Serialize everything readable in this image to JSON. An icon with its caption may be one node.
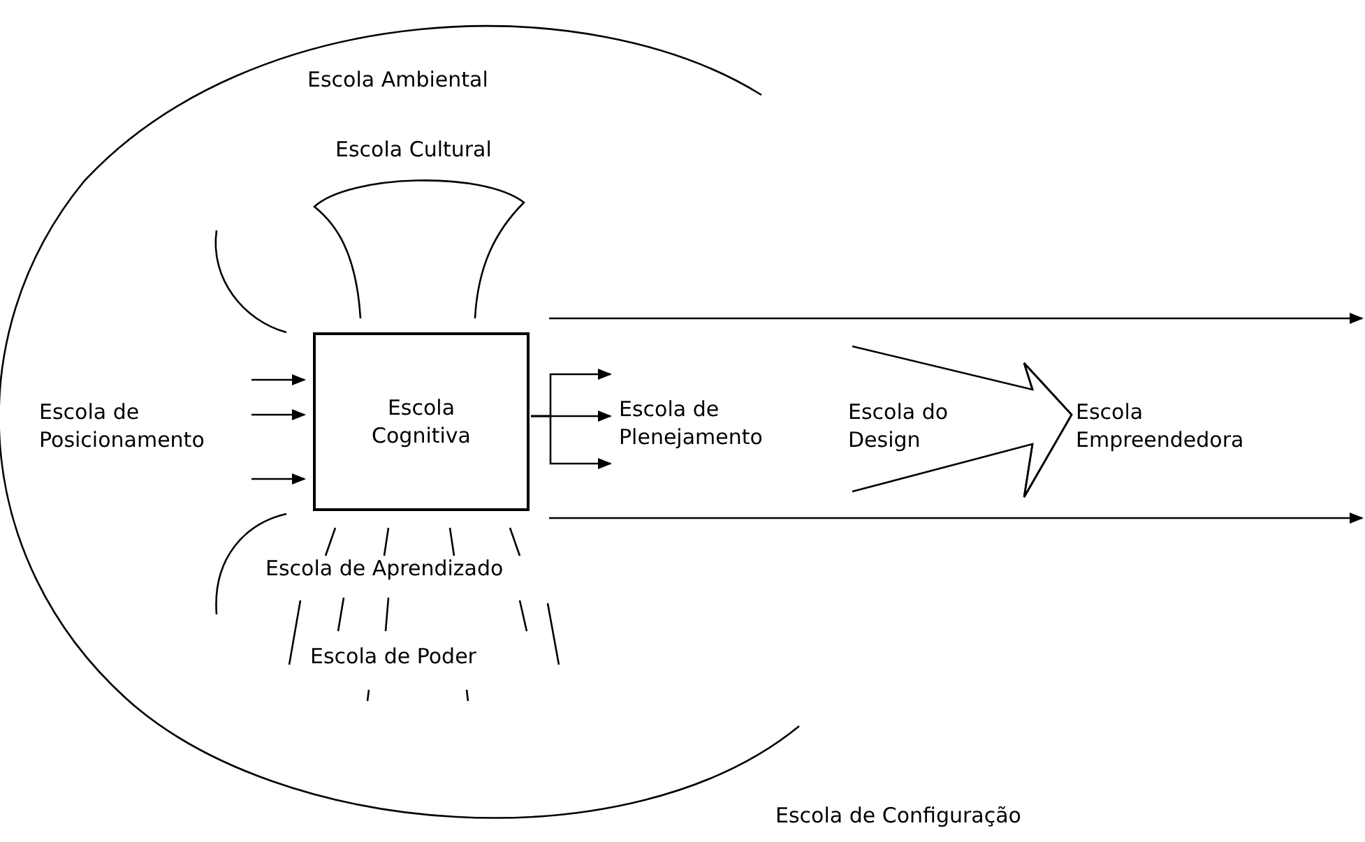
{
  "diagram": {
    "nodes": [
      {
        "text": [
          "Escola Cognitiva"
        ]
      },
      {
        "text": [
          "Escola de Posicionamento"
        ]
      },
      {
        "text": [
          "Escola de Plenejamento"
        ]
      },
      {
        "text": [
          "Escola do Design"
        ]
      },
      {
        "text": [
          "Escola Empreendedora"
        ]
      }
    ],
    "edges": [
      {
        "from": 1,
        "to": 0,
        "arrow": "to"
      },
      {
        "from": 1,
        "to": 0,
        "arrow": "to"
      },
      {
        "from": 1,
        "to": 0,
        "arrow": "to"
      },
      {
        "from": 0,
        "to": 2,
        "arrow": "to"
      },
      {
        "from": 0,
        "to": 2,
        "arrow": "to"
      },
      {
        "from": 0,
        "to": 2,
        "arrow": "to"
      },
      {
        "from": 3,
        "to": 4,
        "arrow": "to"
      },
      {
        "from": 0,
        "to": null,
        "arrow": "to"
      },
      {
        "from": 0,
        "to": null,
        "arrow": "to"
      }
    ],
    "labels": [
      "Escola Ambiental",
      "Escola Cultural",
      "Escola de Aprendizado",
      "Escola de Poder",
      "Escola de Configuração"
    ]
  }
}
